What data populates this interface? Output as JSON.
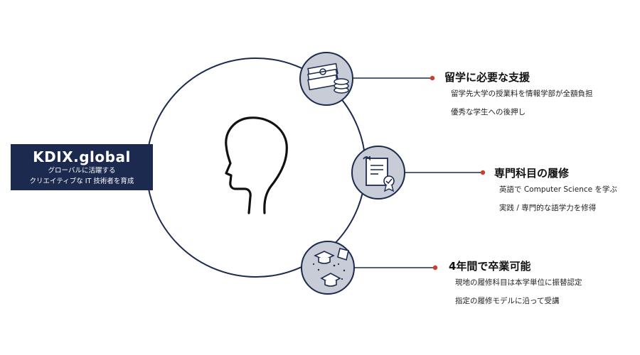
{
  "brand": {
    "title": "KDIX.global",
    "subtitle_line1": "グローバルに活躍する",
    "subtitle_line2": "クリエイティブな IT 技術者を育成"
  },
  "features": [
    {
      "title": "留学に必要な支援",
      "lines": [
        "留学先大学の授業料を情報学部が全額負担",
        "優秀な学生への後押し"
      ],
      "icon": "money-icon"
    },
    {
      "title": "専門科目の履修",
      "lines": [
        "英語で Computer Science を学ぶ",
        "実践 / 専門的な語学力を修得"
      ],
      "icon": "certificate-icon"
    },
    {
      "title": "4年間で卒業可能",
      "lines": [
        "現地の履修科目は本学単位に振替認定",
        "指定の履修モデルに沿って受講"
      ],
      "icon": "graduation-caps-icon"
    }
  ],
  "colors": {
    "navy": "#1b2a4e",
    "icon_circle_fill": "#c7ccd6",
    "icon_stroke": "#1b2a4e"
  }
}
